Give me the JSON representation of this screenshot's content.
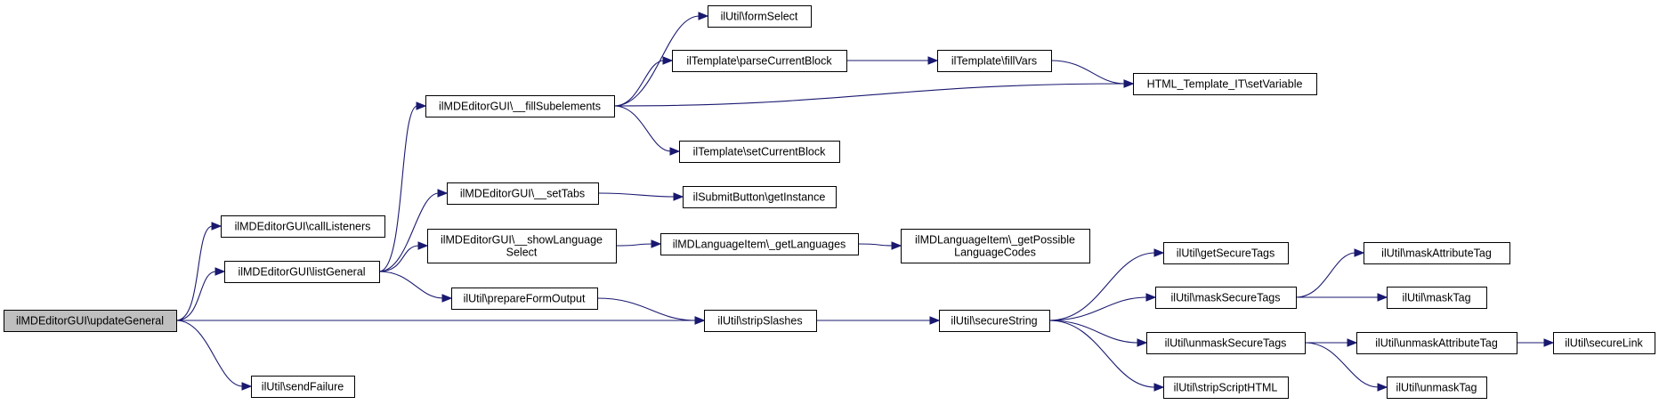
{
  "graph": {
    "nodes": [
      {
        "id": "updateGeneral",
        "lines": [
          "ilMDEditorGUI\\updateGeneral"
        ],
        "root": true
      },
      {
        "id": "callListeners",
        "lines": [
          "ilMDEditorGUI\\callListeners"
        ]
      },
      {
        "id": "listGeneral",
        "lines": [
          "ilMDEditorGUI\\listGeneral"
        ]
      },
      {
        "id": "sendFailure",
        "lines": [
          "ilUtil\\sendFailure"
        ]
      },
      {
        "id": "fillSubelements",
        "lines": [
          "ilMDEditorGUI\\__fillSubelements"
        ]
      },
      {
        "id": "setTabs",
        "lines": [
          "ilMDEditorGUI\\__setTabs"
        ]
      },
      {
        "id": "showLanguageSelect",
        "lines": [
          "ilMDEditorGUI\\__showLanguage",
          "Select"
        ]
      },
      {
        "id": "prepareFormOutput",
        "lines": [
          "ilUtil\\prepareFormOutput"
        ]
      },
      {
        "id": "formSelect",
        "lines": [
          "ilUtil\\formSelect"
        ]
      },
      {
        "id": "parseCurrentBlock",
        "lines": [
          "ilTemplate\\parseCurrentBlock"
        ]
      },
      {
        "id": "setCurrentBlock",
        "lines": [
          "ilTemplate\\setCurrentBlock"
        ]
      },
      {
        "id": "getInstance",
        "lines": [
          "ilSubmitButton\\getInstance"
        ]
      },
      {
        "id": "getLanguages",
        "lines": [
          "ilMDLanguageItem\\_getLanguages"
        ]
      },
      {
        "id": "stripSlashes",
        "lines": [
          "ilUtil\\stripSlashes"
        ]
      },
      {
        "id": "fillVars",
        "lines": [
          "ilTemplate\\fillVars"
        ]
      },
      {
        "id": "getPossibleLanguageCodes",
        "lines": [
          "ilMDLanguageItem\\_getPossible",
          "LanguageCodes"
        ]
      },
      {
        "id": "secureString",
        "lines": [
          "ilUtil\\secureString"
        ]
      },
      {
        "id": "setVariable",
        "lines": [
          "HTML_Template_IT\\setVariable"
        ]
      },
      {
        "id": "getSecureTags",
        "lines": [
          "ilUtil\\getSecureTags"
        ]
      },
      {
        "id": "maskSecureTags",
        "lines": [
          "ilUtil\\maskSecureTags"
        ]
      },
      {
        "id": "unmaskSecureTags",
        "lines": [
          "ilUtil\\unmaskSecureTags"
        ]
      },
      {
        "id": "stripScriptHTML",
        "lines": [
          "ilUtil\\stripScriptHTML"
        ]
      },
      {
        "id": "maskAttributeTag",
        "lines": [
          "ilUtil\\maskAttributeTag"
        ]
      },
      {
        "id": "maskTag",
        "lines": [
          "ilUtil\\maskTag"
        ]
      },
      {
        "id": "unmaskAttributeTag",
        "lines": [
          "ilUtil\\unmaskAttributeTag"
        ]
      },
      {
        "id": "unmaskTag",
        "lines": [
          "ilUtil\\unmaskTag"
        ]
      },
      {
        "id": "secureLink",
        "lines": [
          "ilUtil\\secureLink"
        ]
      }
    ],
    "edges": [
      {
        "from": "updateGeneral",
        "to": "callListeners"
      },
      {
        "from": "updateGeneral",
        "to": "listGeneral"
      },
      {
        "from": "updateGeneral",
        "to": "stripSlashes"
      },
      {
        "from": "updateGeneral",
        "to": "sendFailure"
      },
      {
        "from": "listGeneral",
        "to": "fillSubelements"
      },
      {
        "from": "listGeneral",
        "to": "setTabs"
      },
      {
        "from": "listGeneral",
        "to": "showLanguageSelect"
      },
      {
        "from": "listGeneral",
        "to": "prepareFormOutput"
      },
      {
        "from": "fillSubelements",
        "to": "formSelect"
      },
      {
        "from": "fillSubelements",
        "to": "parseCurrentBlock"
      },
      {
        "from": "fillSubelements",
        "to": "setVariable"
      },
      {
        "from": "fillSubelements",
        "to": "setCurrentBlock"
      },
      {
        "from": "parseCurrentBlock",
        "to": "fillVars"
      },
      {
        "from": "fillVars",
        "to": "setVariable"
      },
      {
        "from": "setTabs",
        "to": "getInstance"
      },
      {
        "from": "showLanguageSelect",
        "to": "getLanguages"
      },
      {
        "from": "getLanguages",
        "to": "getPossibleLanguageCodes"
      },
      {
        "from": "prepareFormOutput",
        "to": "stripSlashes"
      },
      {
        "from": "stripSlashes",
        "to": "secureString"
      },
      {
        "from": "secureString",
        "to": "getSecureTags"
      },
      {
        "from": "secureString",
        "to": "maskSecureTags"
      },
      {
        "from": "secureString",
        "to": "unmaskSecureTags"
      },
      {
        "from": "secureString",
        "to": "stripScriptHTML"
      },
      {
        "from": "maskSecureTags",
        "to": "maskAttributeTag"
      },
      {
        "from": "maskSecureTags",
        "to": "maskTag"
      },
      {
        "from": "unmaskSecureTags",
        "to": "unmaskAttributeTag"
      },
      {
        "from": "unmaskSecureTags",
        "to": "unmaskTag"
      },
      {
        "from": "unmaskAttributeTag",
        "to": "secureLink"
      }
    ]
  },
  "colors": {
    "edge": "#191970",
    "node_fill": "#ffffff",
    "root_fill": "#bfbfbf",
    "node_border": "#000000"
  }
}
